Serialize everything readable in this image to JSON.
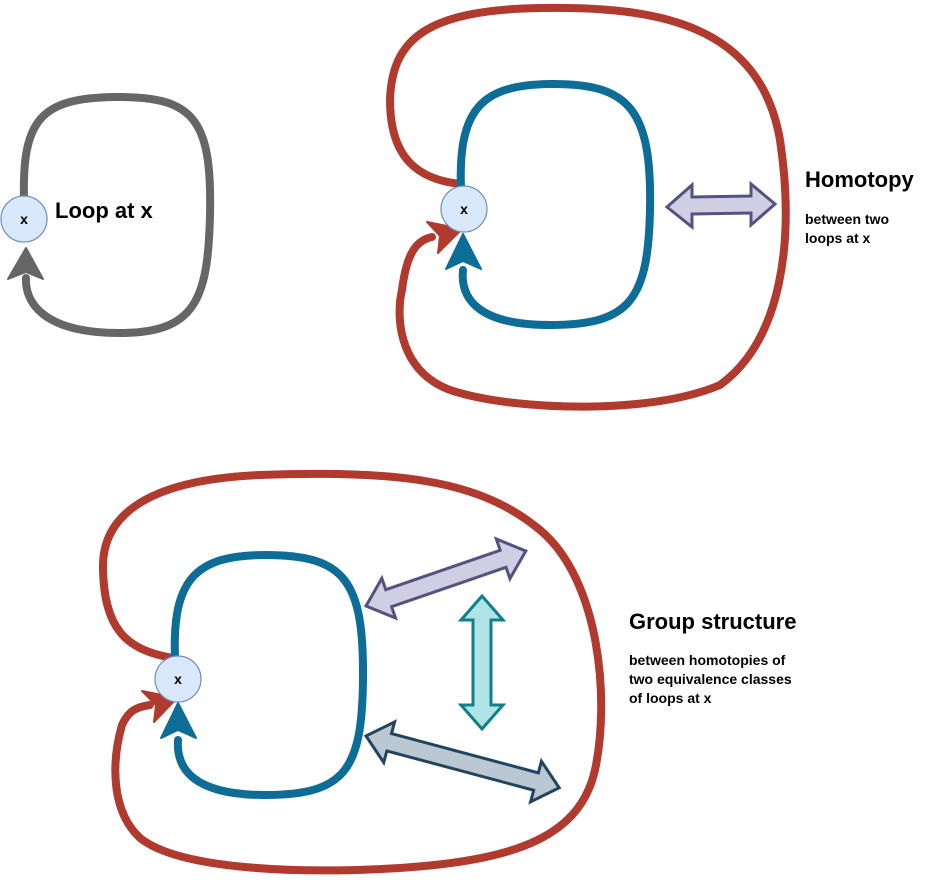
{
  "diagram": {
    "panels": [
      {
        "title": "Loop at x",
        "point_label": "x"
      },
      {
        "title": "Homotopy",
        "subtitle_lines": [
          "between two",
          "loops at x"
        ],
        "point_label": "x"
      },
      {
        "title": "Group structure",
        "subtitle_lines": [
          "between homotopies of",
          "two equivalence classes",
          "of loops at x"
        ],
        "point_label": "x"
      }
    ],
    "colors": {
      "gray_loop": "#666666",
      "red_loop": "#b03a2e",
      "blue_loop": "#0d6d96",
      "point_fill": "#dae8fc",
      "point_stroke": "#6c8ebf",
      "arrow_purple_fill": "#d0cee2",
      "arrow_purple_stroke": "#56517e",
      "arrow_teal_fill": "#b0e3e6",
      "arrow_teal_stroke": "#0e8088",
      "arrow_slate_fill": "#bac8d3",
      "arrow_slate_stroke": "#23445d"
    }
  }
}
